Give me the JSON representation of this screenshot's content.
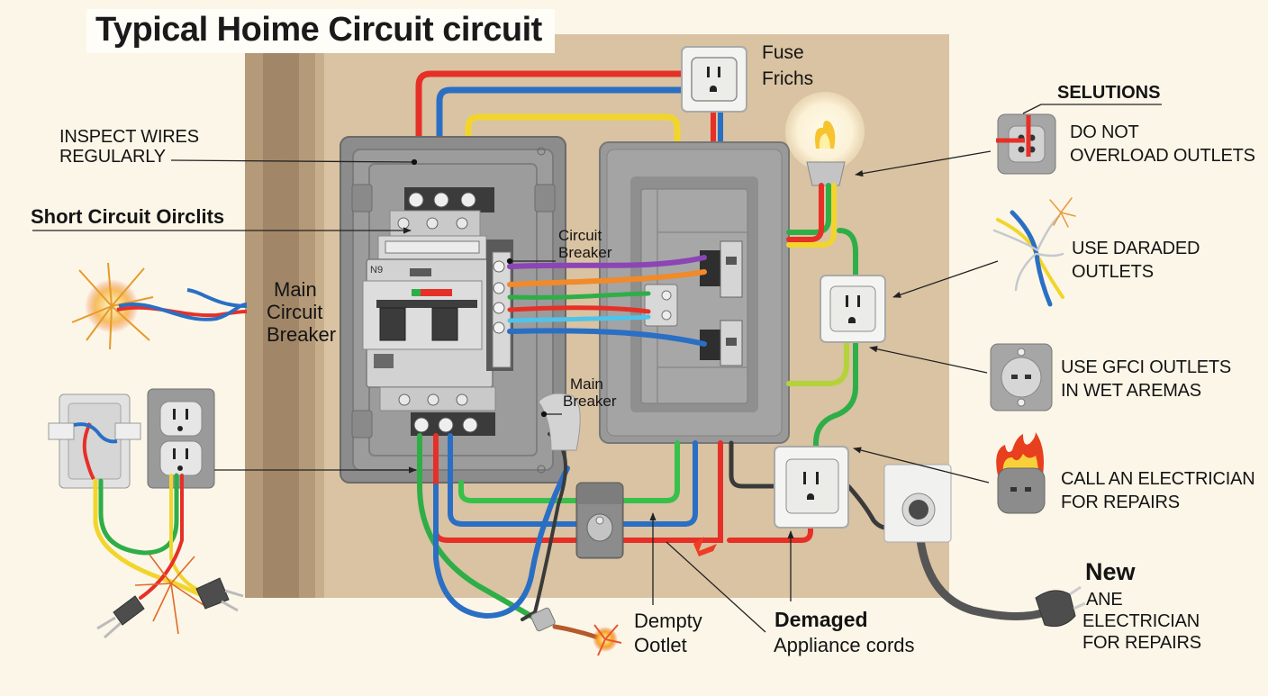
{
  "title": "Typical Hoime Circuit circuit",
  "colors": {
    "background": "#fcf6e8",
    "wall": "#d9c3a2",
    "wall_edge": "#a48a6c",
    "panel_gray": "#8f8f8f",
    "wire_red": "#e63027",
    "wire_blue": "#2a6fc4",
    "wire_yellow": "#f2d52c",
    "wire_green": "#2fae48",
    "wire_purple": "#8b45b5",
    "wire_orange": "#f08a2a",
    "wire_lightblue": "#4fc3ea",
    "wire_black": "#3a3a3a",
    "spark": "#f3a323"
  },
  "left_labels": {
    "inspect_wires": [
      "INSPECT WIRES",
      "REGULARLY"
    ],
    "short_circuit": "Short Circuit Oirclits",
    "main_circuit_breaker": [
      "Main",
      "Circuit",
      "Breaker"
    ]
  },
  "panel_labels": {
    "circuit_breaker": [
      "Circuit",
      "Breaker"
    ],
    "main_breaker": [
      "Main",
      "Breaker"
    ],
    "fuse": [
      "Fuse",
      "Frichs"
    ],
    "module_marking": "N9"
  },
  "solutions": {
    "heading": "SELUTIONS",
    "items": [
      {
        "icon": "overloaded-outlet-icon",
        "lines": [
          "DO NOT",
          "OVERLOAD OUTLETS"
        ]
      },
      {
        "icon": "frayed-wires-icon",
        "lines": [
          "USE DARADED",
          "OUTLETS"
        ]
      },
      {
        "icon": "gfci-outlet-icon",
        "lines": [
          "USE GFCI OUTLETS",
          "IN WET AREMAS"
        ]
      },
      {
        "icon": "burning-plug-icon",
        "lines": [
          "CALL AN ELECTRICIAN",
          "FOR REPAIRS"
        ]
      }
    ],
    "new_plug": {
      "heading": "New",
      "lines": [
        "ANE",
        "ELECTRICIAN",
        "FOR REPAIRS"
      ]
    }
  },
  "bottom_labels": {
    "dempty_outlet": [
      "Dempty",
      "Ootlet"
    ],
    "damaged_cords": {
      "heading": "Demaged",
      "sub": "Appliance cords"
    }
  }
}
